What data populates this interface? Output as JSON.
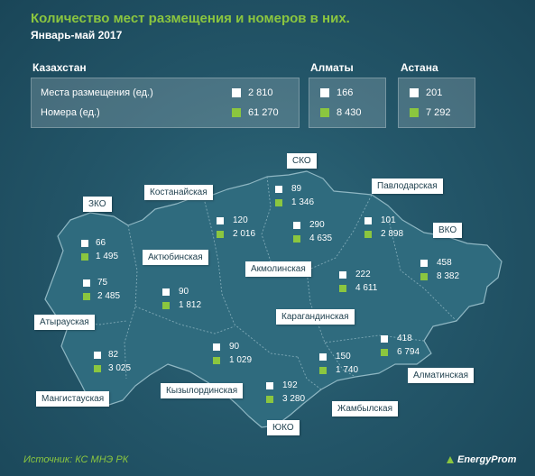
{
  "title": "Количество мест размещения и номеров в них.",
  "subtitle": "Январь-май  2017",
  "summary": {
    "kazakhstan": {
      "name": "Казахстан",
      "places_label": "Места размещения (ед.)",
      "rooms_label": "Номера (ед.)",
      "places": "2 810",
      "rooms": "61 270"
    },
    "almaty": {
      "name": "Алматы",
      "places": "166",
      "rooms": "8 430"
    },
    "astana": {
      "name": "Астана",
      "places": "201",
      "rooms": "7 292"
    }
  },
  "regions": {
    "zko": {
      "name": "ЗКО",
      "places": "66",
      "rooms": "1 495"
    },
    "atyrau": {
      "name": "Атырауская",
      "places": "75",
      "rooms": "2 485"
    },
    "mangist": {
      "name": "Мангистауская",
      "places": "82",
      "rooms": "3 025"
    },
    "aktobe": {
      "name": "Актюбинская",
      "places": "90",
      "rooms": "1 812"
    },
    "kostanay": {
      "name": "Костанайская",
      "places": "120",
      "rooms": "2 016"
    },
    "sko": {
      "name": "СКО",
      "places": "89",
      "rooms": "1 346"
    },
    "akmola": {
      "name": "Акмолинская",
      "places": "290",
      "rooms": "4 635"
    },
    "pavlodar": {
      "name": "Павлодарская",
      "places": "101",
      "rooms": "2 898"
    },
    "vko": {
      "name": "ВКО",
      "places": "458",
      "rooms": "8 382"
    },
    "karaganda": {
      "name": "Карагандинская",
      "places": "222",
      "rooms": "4 611"
    },
    "kyzylorda": {
      "name": "Кызылординская",
      "places": "90",
      "rooms": "1 029"
    },
    "yuko": {
      "name": "ЮКО",
      "places": "192",
      "rooms": "3 280"
    },
    "zhambyl": {
      "name": "Жамбылская",
      "places": "150",
      "rooms": "1 740"
    },
    "almaty_reg": {
      "name": "Алматинская",
      "places": "418",
      "rooms": "6 794"
    }
  },
  "source": "Источник: КС МНЭ РК",
  "brand": "EnergyProm",
  "colors": {
    "accent": "#8bc63f",
    "background": "#24576a",
    "map_fill": "#2f6b7e"
  }
}
